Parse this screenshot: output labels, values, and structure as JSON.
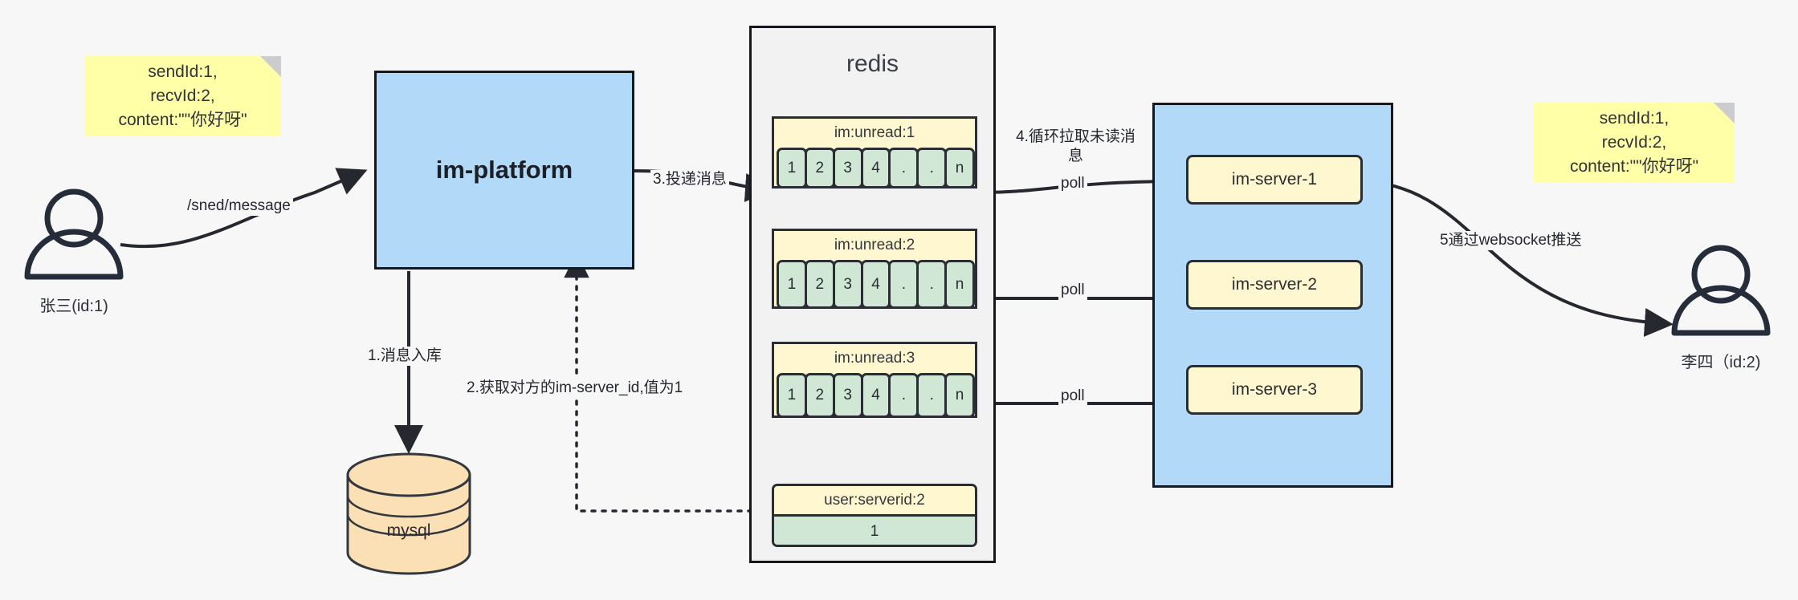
{
  "diagram": {
    "title": "IM message delivery architecture",
    "background": "#f7f7f7",
    "colors": {
      "note": "#ffffa8",
      "platform": "#b3d9f8",
      "server_container": "#b3d9f8",
      "server_node": "#fff7cf",
      "redis_container": "#f2f2f2",
      "queue_header": "#fff7cf",
      "queue_cell": "#cfe7d4",
      "database": "#fbdfb5",
      "stroke": "#16181d"
    }
  },
  "actors": {
    "sender": {
      "icon": "user-icon",
      "label": "张三(id:1)"
    },
    "receiver": {
      "icon": "user-icon",
      "label": "李四（id:2)"
    }
  },
  "notes": {
    "left": {
      "text": "sendId:1,\nrecvId:2,\ncontent:\"\"你好呀\""
    },
    "right": {
      "text": "sendId:1,\nrecvId:2,\ncontent:\"\"你好呀\""
    }
  },
  "platform": {
    "label": "im-platform"
  },
  "database": {
    "label": "mysql"
  },
  "redis": {
    "title": "redis",
    "queues": [
      {
        "key": "im:unread:1",
        "cells": [
          "1",
          "2",
          "3",
          "4",
          ".",
          ".",
          "n"
        ]
      },
      {
        "key": "im:unread:2",
        "cells": [
          "1",
          "2",
          "3",
          "4",
          ".",
          ".",
          "n"
        ]
      },
      {
        "key": "im:unread:3",
        "cells": [
          "1",
          "2",
          "3",
          "4",
          ".",
          ".",
          "n"
        ]
      }
    ],
    "kv": {
      "key": "user:serverid:2",
      "value": "1"
    }
  },
  "servers": {
    "nodes": [
      {
        "label": "im-server-1"
      },
      {
        "label": "im-server-2"
      },
      {
        "label": "im-server-3"
      }
    ]
  },
  "edges": {
    "send_message": "/sned/message",
    "step1": "1.消息入库",
    "step2": "2.获取对方的im-server_id,值为1",
    "step3": "3.投递消息",
    "step4": "4.循环拉取未读消息",
    "poll1": "poll",
    "poll2": "poll",
    "poll3": "poll",
    "step5": "5通过websocket推送"
  }
}
